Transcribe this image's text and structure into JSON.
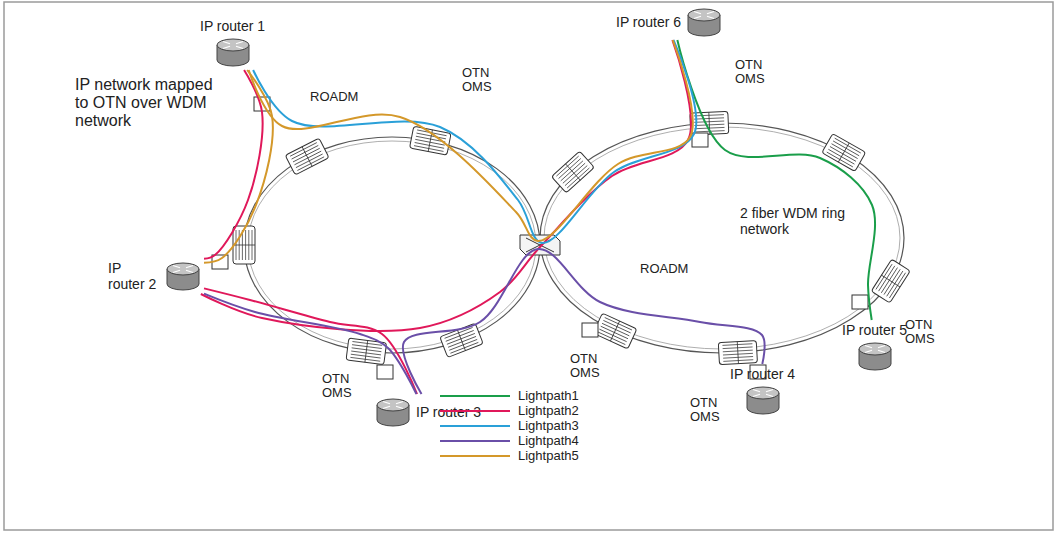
{
  "diagram": {
    "nodes": [
      {
        "text": [
          "IP router 1"
        ]
      },
      {
        "text": [
          "IP router 2"
        ]
      },
      {
        "text": [
          "IP router 3"
        ]
      },
      {
        "text": [
          "IP router 4"
        ]
      },
      {
        "text": [
          "IP router 5"
        ]
      },
      {
        "text": [
          "IP router 6"
        ]
      }
    ],
    "edges": [
      {
        "from": 5,
        "to": 4,
        "arrow": "none"
      },
      {
        "from": 0,
        "to": 1,
        "arrow": "none"
      },
      {
        "from": 1,
        "to": 2,
        "arrow": "none"
      },
      {
        "from": 1,
        "to": 5,
        "arrow": "none"
      },
      {
        "from": 0,
        "to": 5,
        "arrow": "none"
      },
      {
        "from": 1,
        "to": 2,
        "arrow": "none"
      },
      {
        "from": 2,
        "to": 3,
        "arrow": "none"
      },
      {
        "from": 0,
        "to": 1,
        "arrow": "none"
      },
      {
        "from": 0,
        "to": 5,
        "arrow": "none"
      }
    ],
    "labels": [
      "IP network mapped to OTN over WDM network",
      "2 fiber WDM ring network",
      "ROADM",
      "ROADM",
      "OTN OMS",
      "OTN OMS",
      "OTN OMS",
      "OTN OMS",
      "OTN OMS",
      "OTN OMS"
    ],
    "legend": [
      {
        "text": "Lightpath1",
        "color": "#1a9e4a"
      },
      {
        "text": "Lightpath2",
        "color": "#e0185a"
      },
      {
        "text": "Lightpath3",
        "color": "#2aa0d8"
      },
      {
        "text": "Lightpath4",
        "color": "#6a4fa8"
      },
      {
        "text": "Lightpath5",
        "color": "#d4982a"
      }
    ]
  }
}
